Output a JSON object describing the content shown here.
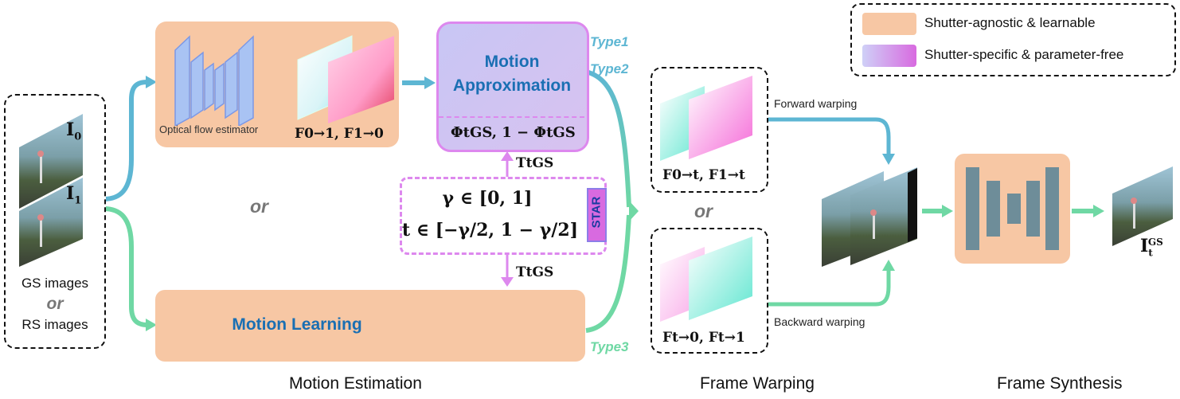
{
  "input": {
    "img0_label": "I",
    "img0_sub": "0",
    "img1_label": "I",
    "img1_sub": "1",
    "gs_label": "GS images",
    "or_label": "or",
    "rs_label": "RS images"
  },
  "flow_block": {
    "estimator_label": "Optical flow estimator",
    "flow_label": "F0→1, F1→0"
  },
  "motion_approx": {
    "title_line1": "Motion",
    "title_line2": "Approximation",
    "formula": "ΦtGS, 1 − ΦtGS"
  },
  "types": {
    "type1": "Type1",
    "type2": "Type2",
    "type3": "Type3"
  },
  "star": {
    "line1": "γ ∈ [0, 1]",
    "line2": "t ∈ [−γ/2, 1 − γ/2]",
    "tag": "STAR",
    "t_up": "TtGS",
    "t_down": "TtGS"
  },
  "middle_or": "or",
  "motion_learning": {
    "title": "Motion Learning"
  },
  "warping": {
    "forward_label": "Forward warping",
    "backward_label": "Backward warping",
    "fwd_flow_label": "F0→t, F1→t",
    "bwd_flow_label": "Ft→0, Ft→1",
    "or_label": "or"
  },
  "output": {
    "label": "I",
    "sub": "t",
    "sup": "GS"
  },
  "legend": {
    "item1": "Shutter-agnostic & learnable",
    "item2": "Shutter-specific & parameter-free"
  },
  "captions": {
    "motion_estimation": "Motion Estimation",
    "frame_warping": "Frame Warping",
    "frame_synthesis": "Frame Synthesis"
  },
  "colors": {
    "peach": "#f7c7a4",
    "lavender": "#c9c4f0",
    "magenta": "#cc55dd",
    "blue_arrow": "#5db6d3",
    "green_arrow": "#6fd8a4",
    "title_blue": "#1a6fb3",
    "type12": "#5db6d3",
    "type3": "#6fd8a4"
  }
}
